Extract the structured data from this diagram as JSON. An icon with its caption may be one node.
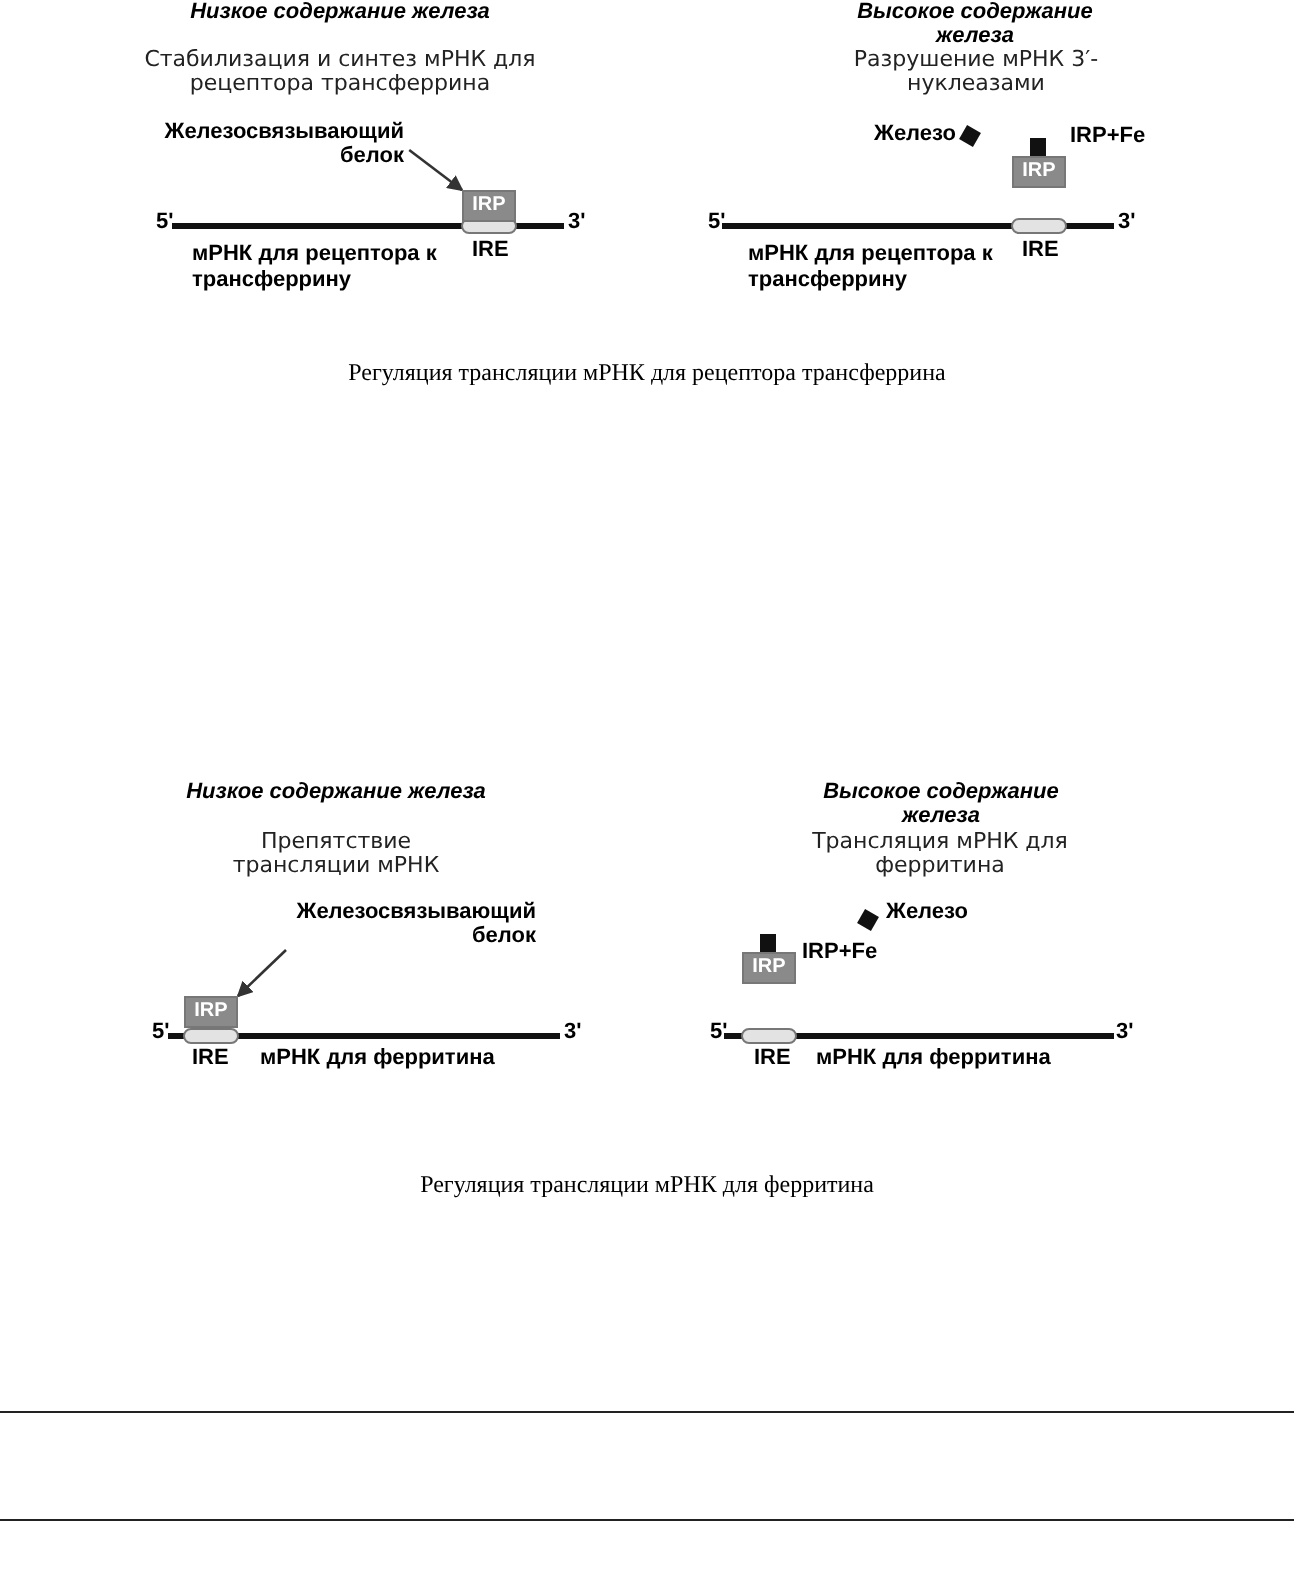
{
  "diagram": {
    "nodes": [
      {
        "text": [
          "Железосвязывающий белок"
        ]
      },
      {
        "text": [
          "IRP"
        ]
      },
      {
        "text": [
          "IRP"
        ],
        "beside": [
          "IRP+Fe"
        ]
      },
      {
        "text": [
          "Железосвязывающий белок"
        ]
      },
      {
        "text": [
          "IRP"
        ]
      },
      {
        "text": [
          "IRP"
        ],
        "beside": [
          "IRP+Fe"
        ]
      }
    ],
    "edges": [
      {
        "from": 0,
        "to": 1,
        "arrow": "to"
      },
      {
        "from": 3,
        "to": 4,
        "arrow": "to"
      }
    ],
    "labels": [
      "Низкое содержание железа",
      "Стабилизация и синтез мРНК для рецептора трансферрина",
      "5'",
      "3'",
      "IRE",
      "мРНК для рецептора к трансферрину",
      "Высокое содержание железа",
      "Разрушение мРНК 3′-нуклеазами",
      "Железо",
      "5'",
      "3'",
      "IRE",
      "мРНК для рецептора к трансферрину",
      "Регуляция трансляции мРНК для рецептора трансферрина",
      "Низкое содержание железа",
      "Препятствие трансляции мРНК",
      "5'",
      "3'",
      "IRE",
      "мРНК для ферритина",
      "Высокое содержание железа",
      "Трансляция мРНК для ферритина",
      "Железо",
      "5'",
      "3'",
      "IRE",
      "мРНК для ферритина",
      "Регуляция трансляции мРНК для ферритина"
    ]
  }
}
